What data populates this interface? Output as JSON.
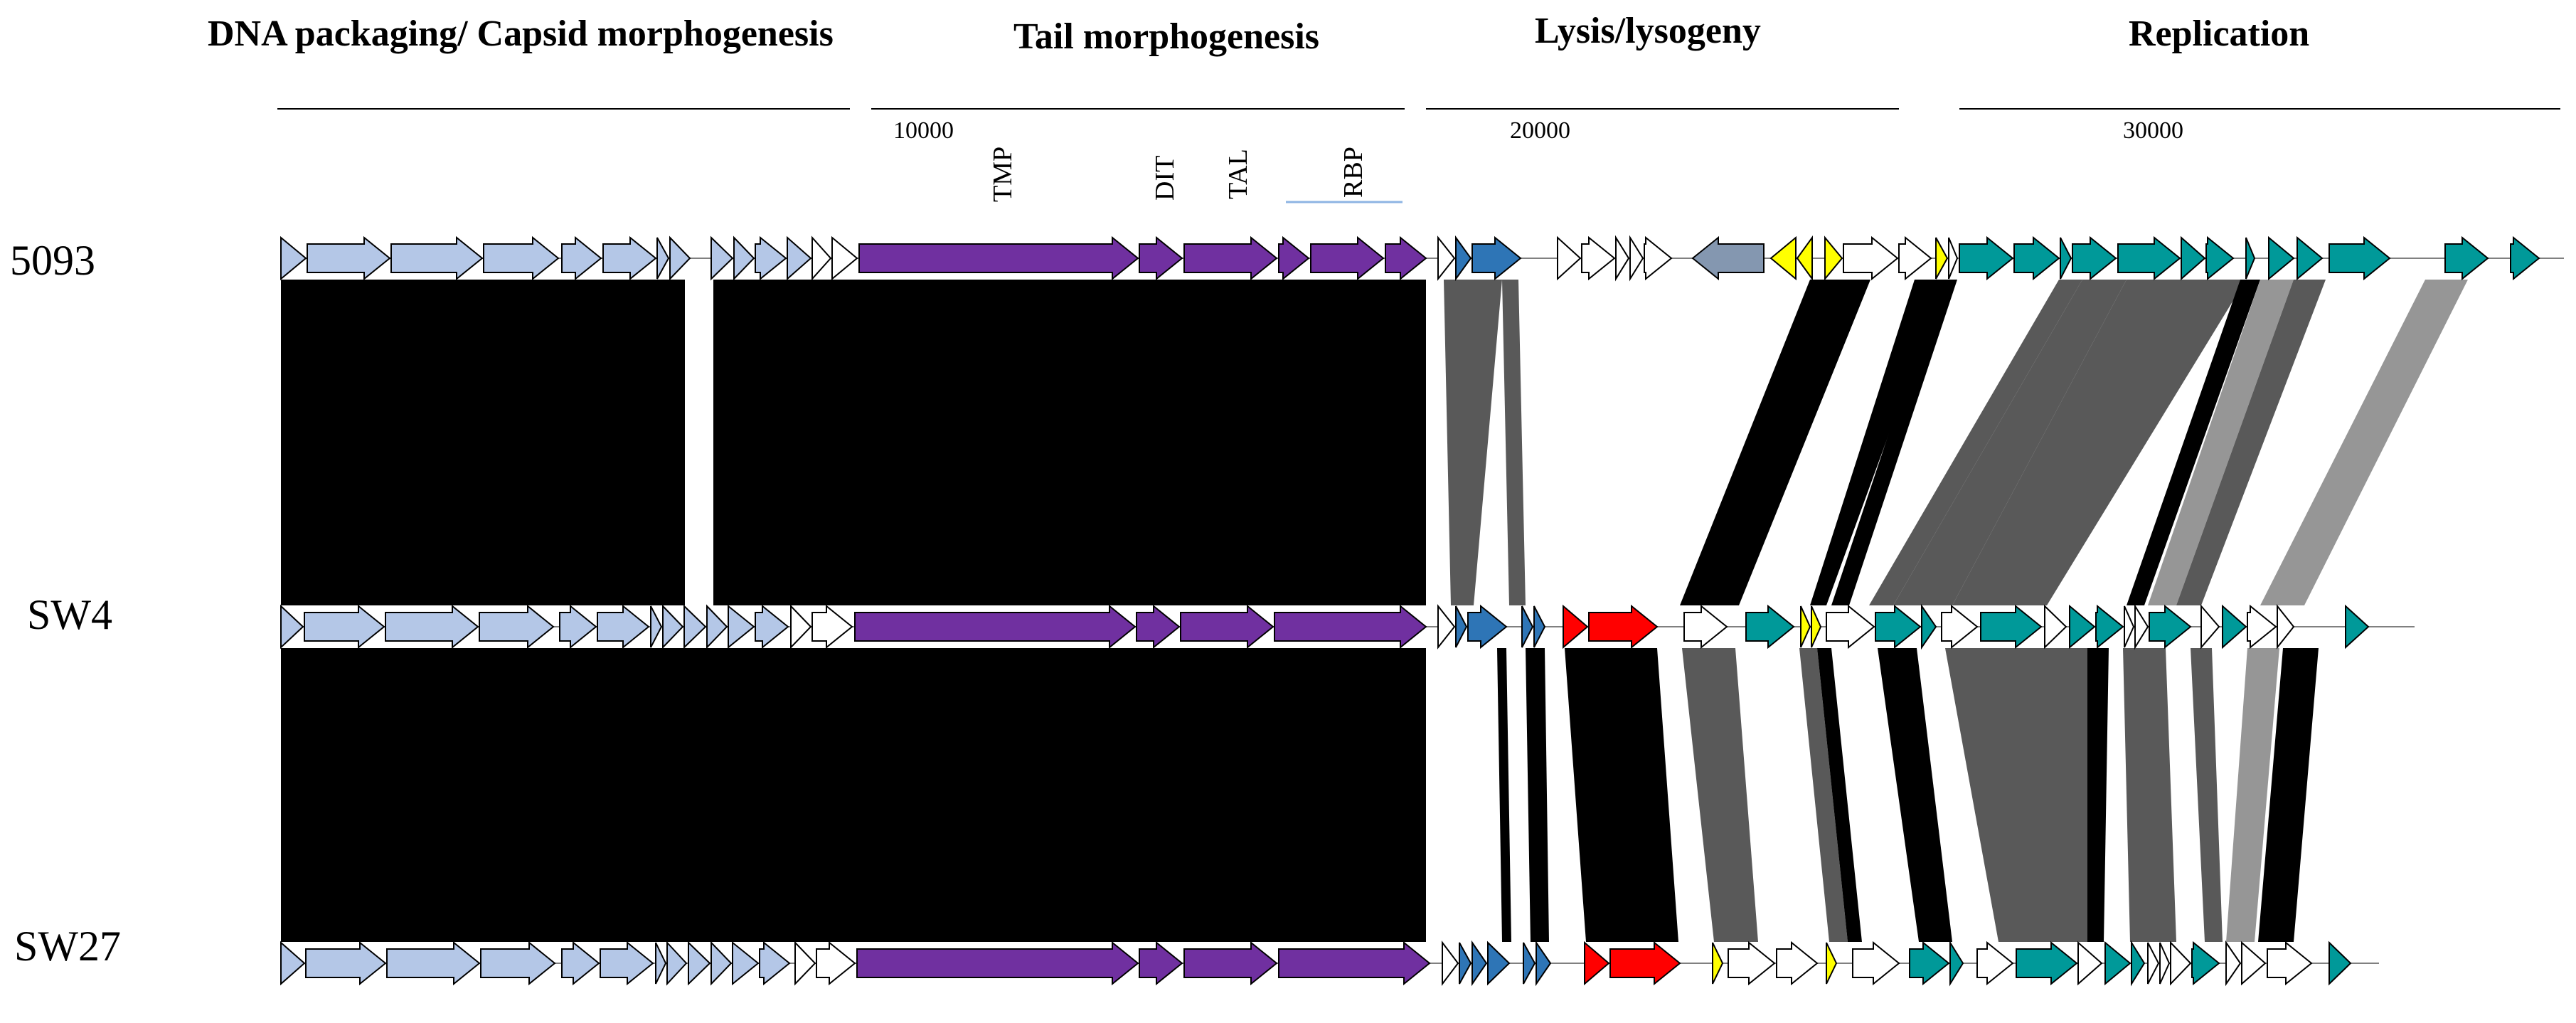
{
  "regions": [
    {
      "id": "dna",
      "title": "DNA packaging/ Capsid morphogenesis"
    },
    {
      "id": "tail",
      "title": "Tail morphogenesis"
    },
    {
      "id": "lysis",
      "title": "Lysis/lysogeny"
    },
    {
      "id": "replication",
      "title": "Replication"
    }
  ],
  "ticks": [
    "10000",
    "20000",
    "30000"
  ],
  "gene_labels": [
    "TMP",
    "DIT",
    "TAL",
    "RBP"
  ],
  "genomes": [
    {
      "id": "g5093",
      "name": "5093"
    },
    {
      "id": "gsw4",
      "name": "SW4"
    },
    {
      "id": "gsw27",
      "name": "SW27"
    }
  ],
  "colors": {
    "capsid": "#b4c7e7",
    "tail": "#7030a0",
    "lysis_blue": "#2e75b6",
    "integrase": "#8497b0",
    "yellow": "#ffff00",
    "red": "#ff0000",
    "replication": "#009999",
    "hypothetical": "#ffffff",
    "identity_high": "#000000",
    "identity_mid": "#595959",
    "identity_low": "#969696"
  }
}
